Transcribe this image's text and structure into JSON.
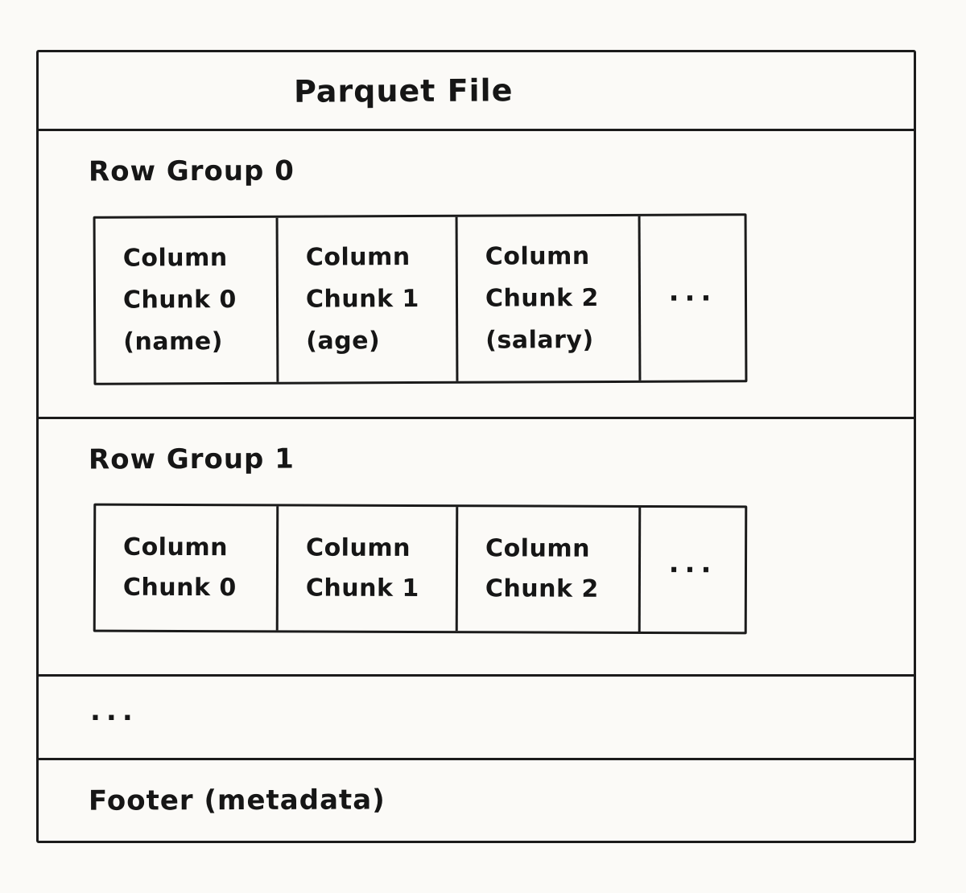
{
  "diagram": {
    "title": "Parquet File",
    "row_groups": [
      {
        "label": "Row Group 0",
        "chunks": [
          {
            "lines": [
              "Column",
              "Chunk 0",
              "(name)"
            ]
          },
          {
            "lines": [
              "Column",
              "Chunk 1",
              "(age)"
            ]
          },
          {
            "lines": [
              "Column",
              "Chunk 2",
              "(salary)"
            ]
          },
          {
            "lines": [
              "..."
            ]
          }
        ]
      },
      {
        "label": "Row Group 1",
        "chunks": [
          {
            "lines": [
              "Column",
              "Chunk 0"
            ]
          },
          {
            "lines": [
              "Column",
              "Chunk 1"
            ]
          },
          {
            "lines": [
              "Column",
              "Chunk 2"
            ]
          },
          {
            "lines": [
              "..."
            ]
          }
        ]
      }
    ],
    "more_row_groups_ellipsis": "...",
    "footer_label": "Footer (metadata)",
    "colors": {
      "line": "#1b1b1b",
      "background": "#fbfaf7",
      "text": "#161616"
    }
  }
}
